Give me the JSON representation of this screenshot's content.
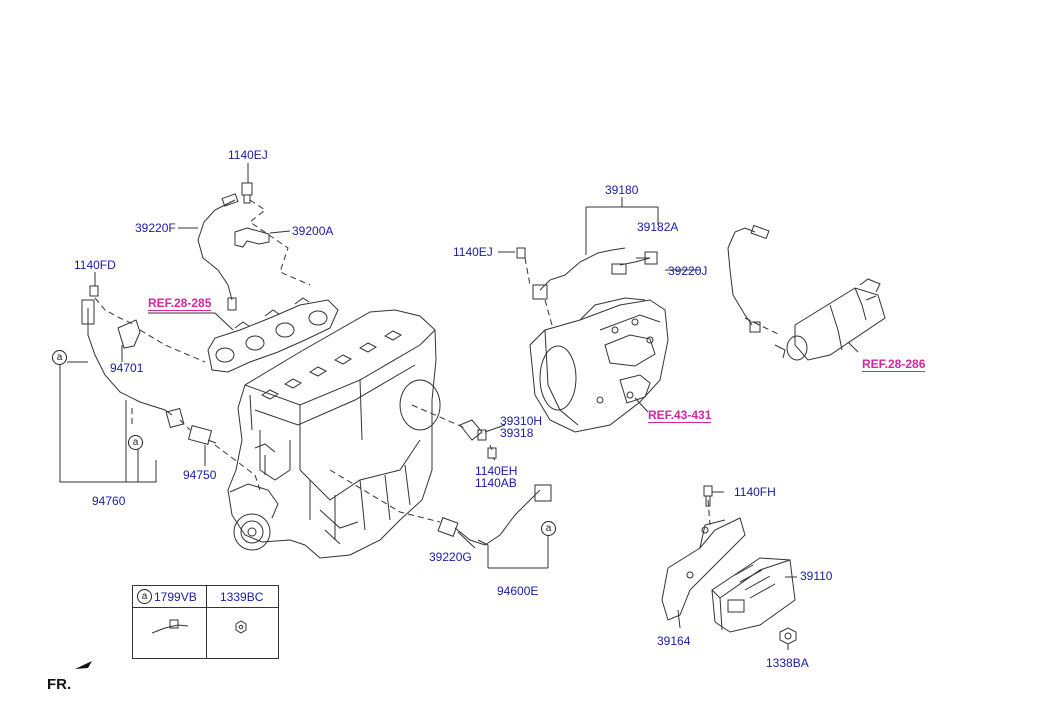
{
  "parts": {
    "p1140EJ_top": "1140EJ",
    "p39220F": "39220F",
    "p39200A": "39200A",
    "p1140FD": "1140FD",
    "ref28285": "REF.28-285",
    "p94701": "94701",
    "p94750": "94750",
    "p94760": "94760",
    "p39180": "39180",
    "p1140EJ_mid": "1140EJ",
    "p39182A": "39182A",
    "p39220J": "39220J",
    "ref28286": "REF.28-286",
    "ref43431": "REF.43-431",
    "p39310H": "39310H",
    "p39318": "39318",
    "p1140EH": "1140EH",
    "p1140AB": "1140AB",
    "p39220G": "39220G",
    "p94600E": "94600E",
    "p1140FH": "1140FH",
    "p39110": "39110",
    "p39164": "39164",
    "p1338BA": "1338BA"
  },
  "callout": "a",
  "legend_table": {
    "col1_circle": "a",
    "col1": "1799VB",
    "col2": "1339BC"
  },
  "front_label": "FR.",
  "colors": {
    "part_number": "#1a1aa8",
    "reference": "#d6279f",
    "line_art": "#333333"
  }
}
